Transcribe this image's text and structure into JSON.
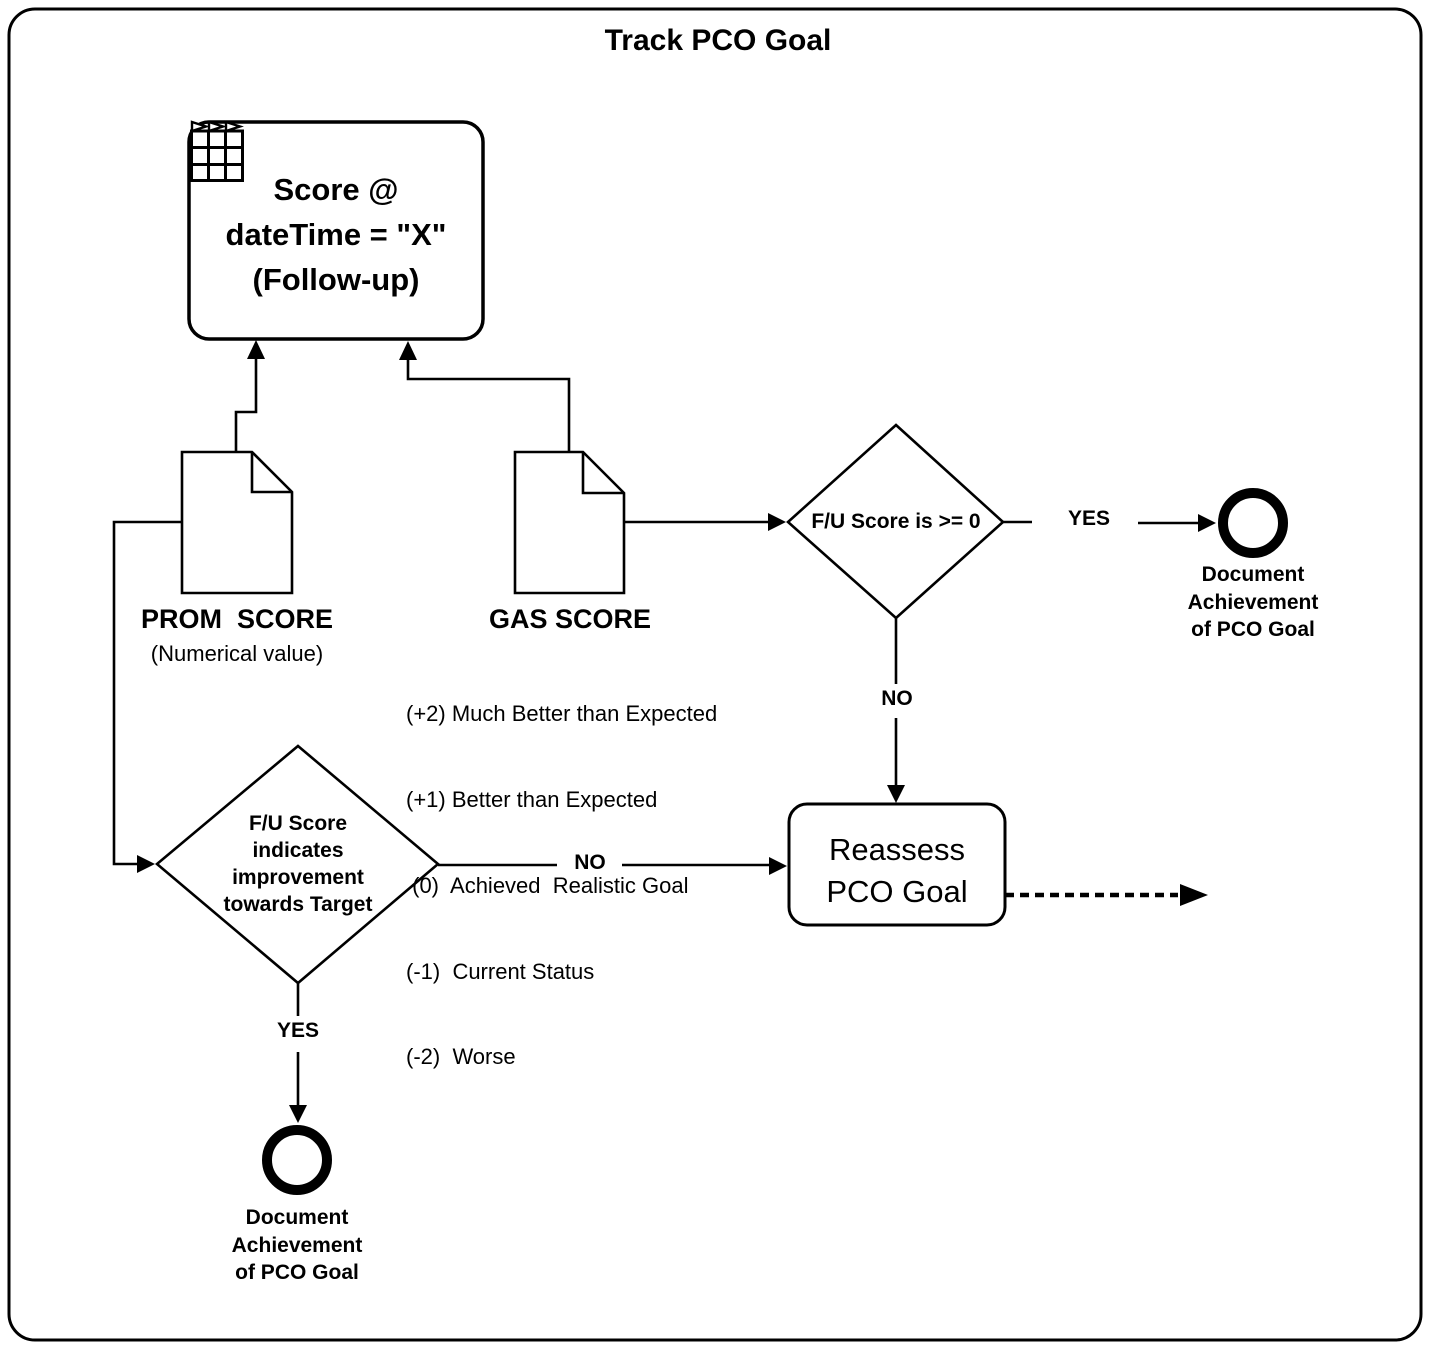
{
  "title": "Track PCO Goal",
  "score_box": {
    "text": "Score @\ndateTime = \"X\"\n(Follow-up)",
    "icon": "table-icon"
  },
  "prom_doc": {
    "label": "PROM  SCORE",
    "sublabel": "(Numerical value)"
  },
  "gas_doc": {
    "label": "GAS SCORE",
    "items": [
      "(+2) Much Better than Expected",
      "(+1) Better than Expected",
      " (0)  Achieved  Realistic Goal",
      "(-1)  Current Status",
      "(-2)  Worse"
    ]
  },
  "decision_fu_score": {
    "label": "F/U Score is >= 0",
    "yes_label": "YES",
    "no_label": "NO"
  },
  "decision_improvement": {
    "label": "F/U Score\nindicates\nimprovement\ntowards Target",
    "yes_label": "YES",
    "no_label": "NO"
  },
  "end_event_top": {
    "label": "Document\nAchievement\nof PCO Goal"
  },
  "end_event_bottom": {
    "label": "Document\nAchievement\nof PCO Goal"
  },
  "reassess_box": {
    "label": "Reassess\nPCO Goal"
  },
  "colors": {
    "ink": "#000000",
    "background": "#ffffff"
  }
}
